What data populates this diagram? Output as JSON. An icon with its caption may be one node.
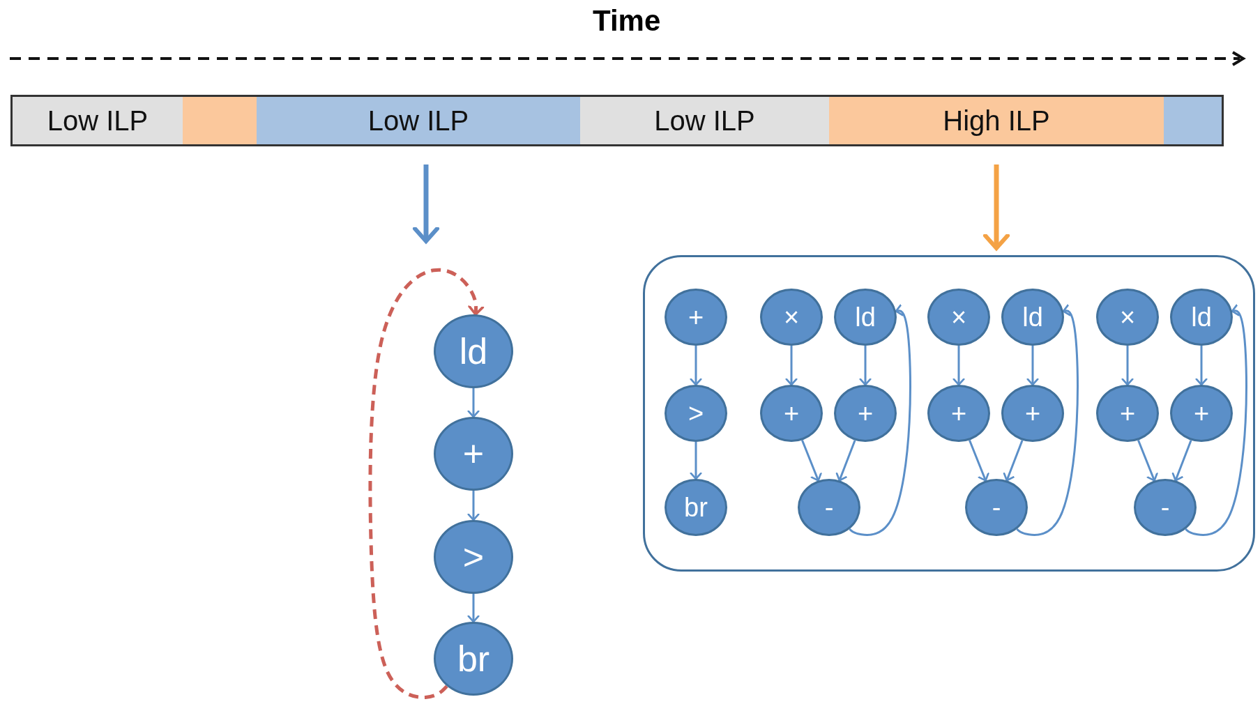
{
  "diagram": {
    "nodes": [
      {
        "text": [
          "Low ILP"
        ]
      },
      {
        "text": [],
        "shape": "box"
      },
      {
        "text": [
          "Low ILP"
        ]
      },
      {
        "text": [
          "Low ILP"
        ]
      },
      {
        "text": [
          "High ILP"
        ]
      },
      {
        "text": [],
        "shape": "box"
      },
      {
        "text": [
          "ld"
        ]
      },
      {
        "text": [
          "+"
        ]
      },
      {
        "text": [
          ">"
        ]
      },
      {
        "text": [
          "br"
        ]
      },
      {
        "text": [],
        "shape": "box"
      },
      {
        "text": [
          "+"
        ],
        "in": 10
      },
      {
        "text": [
          ">"
        ],
        "in": 10
      },
      {
        "text": [
          "br"
        ],
        "in": 10
      },
      {
        "text": [
          "×"
        ],
        "in": 10
      },
      {
        "text": [
          "ld"
        ],
        "in": 10
      },
      {
        "text": [
          "+"
        ],
        "in": 10
      },
      {
        "text": [
          "+"
        ],
        "in": 10
      },
      {
        "text": [
          "-"
        ],
        "in": 10
      },
      {
        "text": [
          "×"
        ],
        "in": 10
      },
      {
        "text": [
          "ld"
        ],
        "in": 10
      },
      {
        "text": [
          "+"
        ],
        "in": 10
      },
      {
        "text": [
          "+"
        ],
        "in": 10
      },
      {
        "text": [
          "-"
        ],
        "in": 10
      },
      {
        "text": [
          "×"
        ],
        "in": 10
      },
      {
        "text": [
          "ld"
        ],
        "in": 10
      },
      {
        "text": [
          "+"
        ],
        "in": 10
      },
      {
        "text": [
          "+"
        ],
        "in": 10
      },
      {
        "text": [
          "-"
        ],
        "in": 10
      }
    ],
    "edges": [
      {
        "from": 2,
        "to": null,
        "arrow": "to",
        "style": "thick"
      },
      {
        "from": 4,
        "to": 10,
        "arrow": "to",
        "style": "thick",
        "color": "#f4a245"
      },
      {
        "from": 6,
        "to": 7,
        "arrow": "to"
      },
      {
        "from": 7,
        "to": 8,
        "arrow": "to"
      },
      {
        "from": 8,
        "to": 9,
        "arrow": "to"
      },
      {
        "from": 9,
        "to": 6,
        "arrow": "to",
        "style": "dashed",
        "color": "#cc6058"
      },
      {
        "from": 11,
        "to": 12,
        "arrow": "to"
      },
      {
        "from": 12,
        "to": 13,
        "arrow": "to"
      },
      {
        "from": 14,
        "to": 16,
        "arrow": "to"
      },
      {
        "from": 15,
        "to": 17,
        "arrow": "to"
      },
      {
        "from": 16,
        "to": 18,
        "arrow": "to"
      },
      {
        "from": 17,
        "to": 18,
        "arrow": "to"
      },
      {
        "from": 18,
        "to": 15,
        "arrow": "to"
      },
      {
        "from": 19,
        "to": 21,
        "arrow": "to"
      },
      {
        "from": 20,
        "to": 22,
        "arrow": "to"
      },
      {
        "from": 21,
        "to": 23,
        "arrow": "to"
      },
      {
        "from": 22,
        "to": 23,
        "arrow": "to"
      },
      {
        "from": 23,
        "to": 20,
        "arrow": "to"
      },
      {
        "from": 24,
        "to": 26,
        "arrow": "to"
      },
      {
        "from": 25,
        "to": 27,
        "arrow": "to"
      },
      {
        "from": 26,
        "to": 28,
        "arrow": "to"
      },
      {
        "from": 27,
        "to": 28,
        "arrow": "to"
      },
      {
        "from": 28,
        "to": 25,
        "arrow": "to"
      }
    ],
    "labels": [
      "Time"
    ]
  }
}
